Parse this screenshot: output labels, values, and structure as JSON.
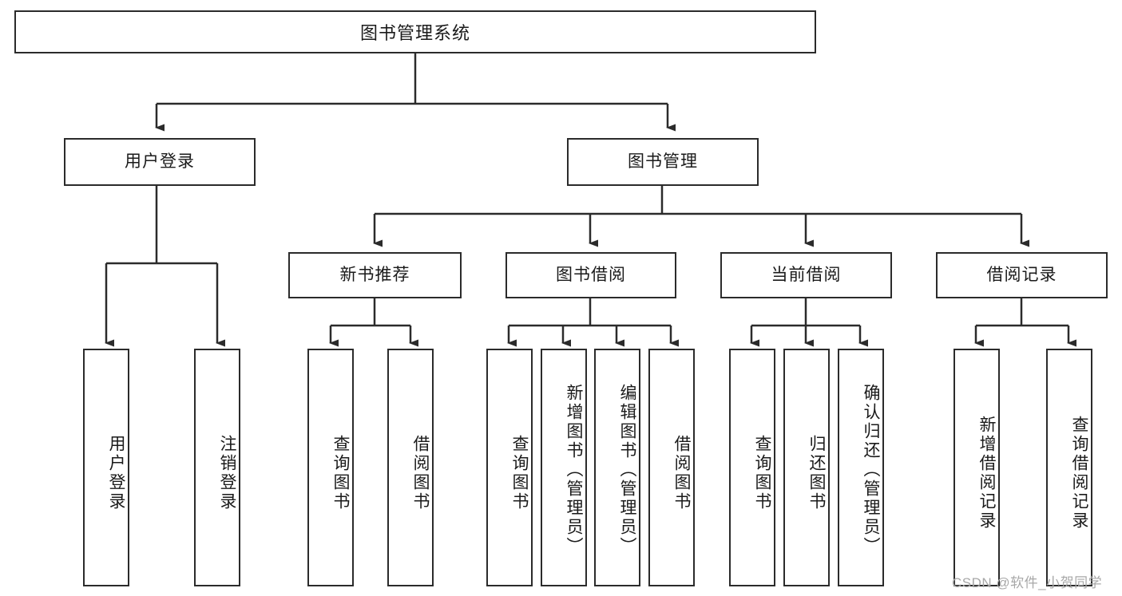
{
  "diagram": {
    "title": "图书管理系统",
    "type": "hierarchy-tree",
    "root": {
      "label": "图书管理系统"
    },
    "level2": [
      {
        "label": "用户登录"
      },
      {
        "label": "图书管理"
      }
    ],
    "level3": [
      {
        "label": "新书推荐"
      },
      {
        "label": "图书借阅"
      },
      {
        "label": "当前借阅"
      },
      {
        "label": "借阅记录"
      }
    ],
    "leaves": {
      "user_login": [
        {
          "label": "用户登录"
        },
        {
          "label": "注销登录"
        }
      ],
      "new_book_recommend": [
        {
          "label": "查询图书"
        },
        {
          "label": "借阅图书"
        }
      ],
      "book_borrow": [
        {
          "label": "查询图书"
        },
        {
          "label": "新增图书（管理员）"
        },
        {
          "label": "编辑图书（管理员）"
        },
        {
          "label": "借阅图书"
        }
      ],
      "current_borrow": [
        {
          "label": "查询图书"
        },
        {
          "label": "归还图书"
        },
        {
          "label": "确认归还（管理员）"
        }
      ],
      "borrow_record": [
        {
          "label": "新增借阅记录"
        },
        {
          "label": "查询借阅记录"
        }
      ]
    }
  },
  "watermark": {
    "text": "CSDN @软件_小贺同学"
  },
  "colors": {
    "stroke": "#2b2b2b",
    "background": "#ffffff",
    "text": "#1a1a1a",
    "watermark": "#a8a8a8"
  }
}
